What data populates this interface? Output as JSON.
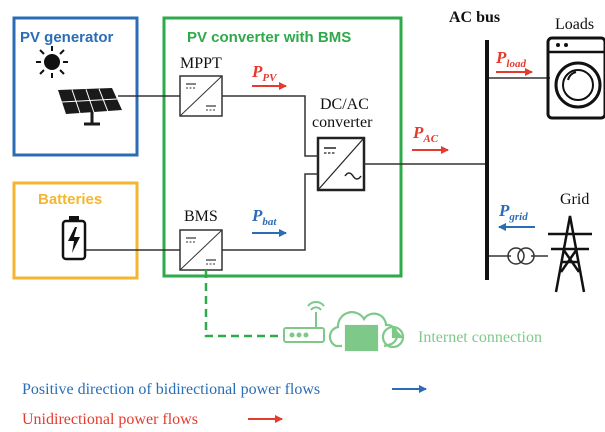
{
  "blocks": {
    "pv_generator": {
      "title": "PV generator",
      "color": "#2a6db5"
    },
    "pv_converter": {
      "title": "PV converter with BMS",
      "color": "#2eaa4a"
    },
    "batteries": {
      "title": "Batteries",
      "color": "#f5b530"
    }
  },
  "components": {
    "mppt": "MPPT",
    "bms": "BMS",
    "dcac_line1": "DC/AC",
    "dcac_line2": "converter",
    "ac_bus": "AC bus",
    "loads": "Loads",
    "grid": "Grid",
    "internet": "Internet connection"
  },
  "flows": {
    "p_pv": {
      "main": "P",
      "sub": "PV",
      "color": "#e53a2e"
    },
    "p_bat": {
      "main": "P",
      "sub": "bat",
      "color": "#2a6db5"
    },
    "p_ac": {
      "main": "P",
      "sub": "AC",
      "color": "#e53a2e"
    },
    "p_load": {
      "main": "P",
      "sub": "load",
      "color": "#e53a2e"
    },
    "p_grid": {
      "main": "P",
      "sub": "grid",
      "color": "#2a6db5"
    }
  },
  "legend": {
    "bidirectional": "Positive direction of bidirectional power flows",
    "unidirectional": "Unidirectional power flows"
  },
  "colors": {
    "line": "#333333",
    "internet": "#7ec98a",
    "sun": "#111111"
  }
}
